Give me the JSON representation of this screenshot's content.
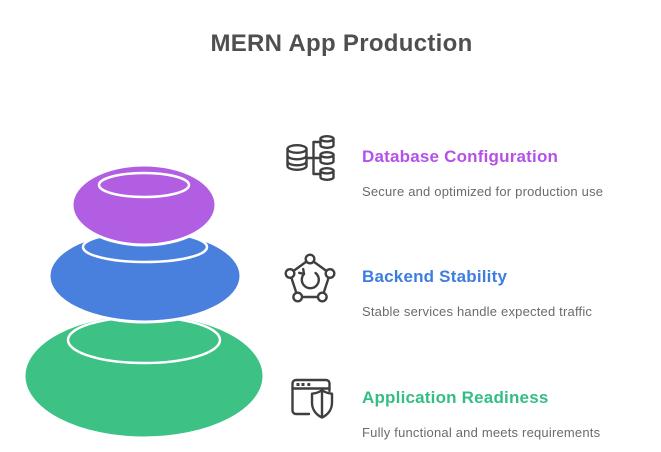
{
  "title": "MERN App Production",
  "colors": {
    "title_color": "#4f4f4f",
    "description_color": "#6b6b6b",
    "icon_color": "#3f3f3f",
    "stone_outline": "#ffffff"
  },
  "items": [
    {
      "label": "Database Configuration",
      "description": "Secure and optimized for production use",
      "color": "#b451e8",
      "icon": "database-cluster-icon"
    },
    {
      "label": "Backend Stability",
      "description": "Stable services handle expected traffic",
      "color": "#3e7de0",
      "icon": "service-network-refresh-icon"
    },
    {
      "label": "Application Readiness",
      "description": "Fully functional and meets requirements",
      "color": "#35bd85",
      "icon": "browser-shield-icon"
    }
  ],
  "stones": [
    {
      "level": "top",
      "color": "#b15ee3"
    },
    {
      "level": "middle",
      "color": "#4a80dd"
    },
    {
      "level": "bottom",
      "color": "#3dc184"
    }
  ]
}
